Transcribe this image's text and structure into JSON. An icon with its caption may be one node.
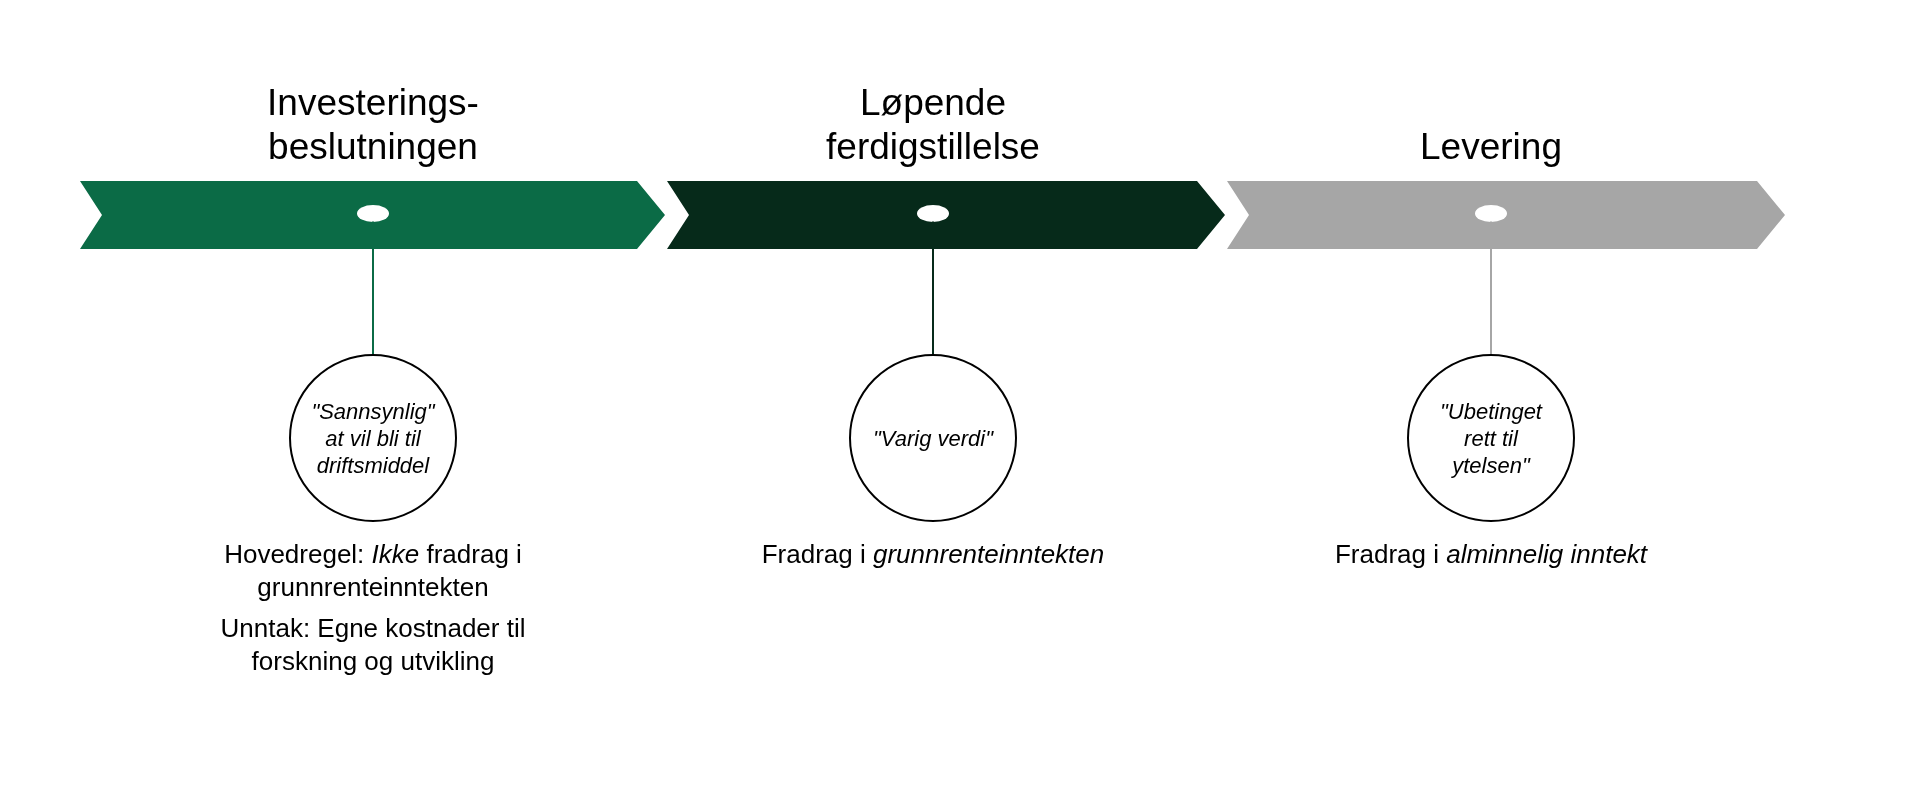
{
  "diagram": {
    "nodes": [
      {
        "text": [
          "Investerings- beslutningen"
        ]
      },
      {
        "text": [],
        "shape": "circle",
        "in": 0
      },
      {
        "text": [
          "\"Sannsynlig\" at vil bli til driftsmiddel"
        ],
        "beside": [
          "Hovedregel: *Ikke* fradrag i grunnrenteinntekten",
          "Unntak: Egne kostnader til forskning og utvikling"
        ]
      },
      {
        "text": [
          "Løpende ferdigstillelse"
        ]
      },
      {
        "text": [],
        "shape": "circle",
        "in": 3
      },
      {
        "text": [
          "\"Varig verdi\""
        ],
        "beside": [
          "Fradrag i *grunnrenteinntekten*"
        ]
      },
      {
        "text": [
          "Levering"
        ]
      },
      {
        "text": [],
        "shape": "circle",
        "in": 6
      },
      {
        "text": [
          "\"Ubetinget rett til ytelsen\""
        ],
        "beside": [
          "Fradrag i *alminnelig inntekt*"
        ]
      }
    ],
    "edges": [
      {
        "from": 1,
        "to": 2,
        "arrow": "none",
        "color": "#0b6b46"
      },
      {
        "from": 4,
        "to": 5,
        "arrow": "none",
        "color": "#062a1a"
      },
      {
        "from": 7,
        "to": 8,
        "arrow": "none",
        "color": "#a6a6a6"
      }
    ]
  }
}
